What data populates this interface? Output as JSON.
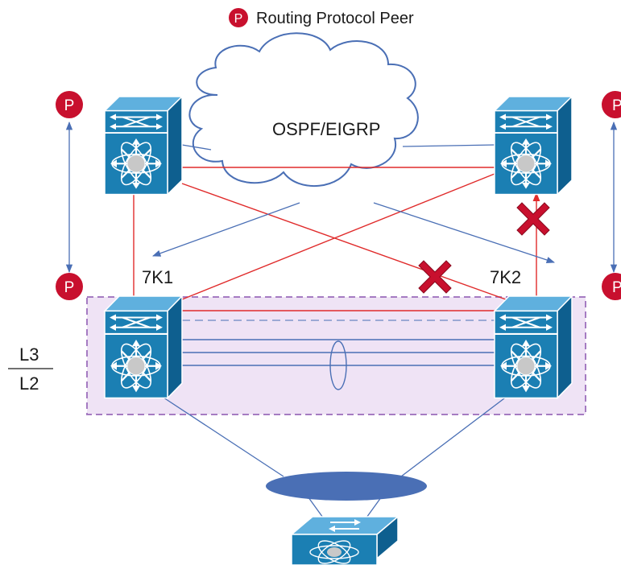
{
  "legend": {
    "badge": "P",
    "text": "Routing Protocol Peer"
  },
  "cloud_label": "OSPF/EIGRP",
  "switches": {
    "left": "7K1",
    "right": "7K2"
  },
  "peer_badge": "P",
  "layer_labels": {
    "upper": "L3",
    "lower": "L2"
  },
  "colors": {
    "switch_blue": "#1b7fb3",
    "link_red": "#e02b2b",
    "link_blue": "#4a6fb5",
    "peer_red": "#c8102e",
    "vpc_fill": "#efe3f5",
    "vpc_border": "#a57bc2"
  },
  "icons": [
    "nexus-switch-icon",
    "access-switch-icon",
    "blocked-x-icon",
    "cloud-icon"
  ]
}
